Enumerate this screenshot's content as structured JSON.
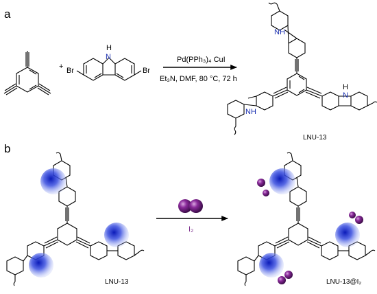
{
  "panel_a": {
    "label": "a",
    "plus_sign": "+",
    "reagent_br_left": "Br",
    "reagent_br_right": "Br",
    "reagent_nh": "H",
    "reagent_n": "N",
    "catalyst": "Pd(PPh₃)₄  CuI",
    "conditions": "Et₃N, DMF, 80 °C, 72 h",
    "product_nh_top": "NH",
    "product_nh_right": "N",
    "product_h_right": "H",
    "product_nh_left": "NH",
    "product_name": "LNU-13"
  },
  "panel_b": {
    "label": "b",
    "left_name": "LNU-13",
    "reagent_label": "I₂",
    "right_name": "LNU-13@I₂"
  },
  "colors": {
    "pore_blue": "#1c2fd6",
    "iodine_purple": "#6a1f7a",
    "arrow": "#000000"
  }
}
